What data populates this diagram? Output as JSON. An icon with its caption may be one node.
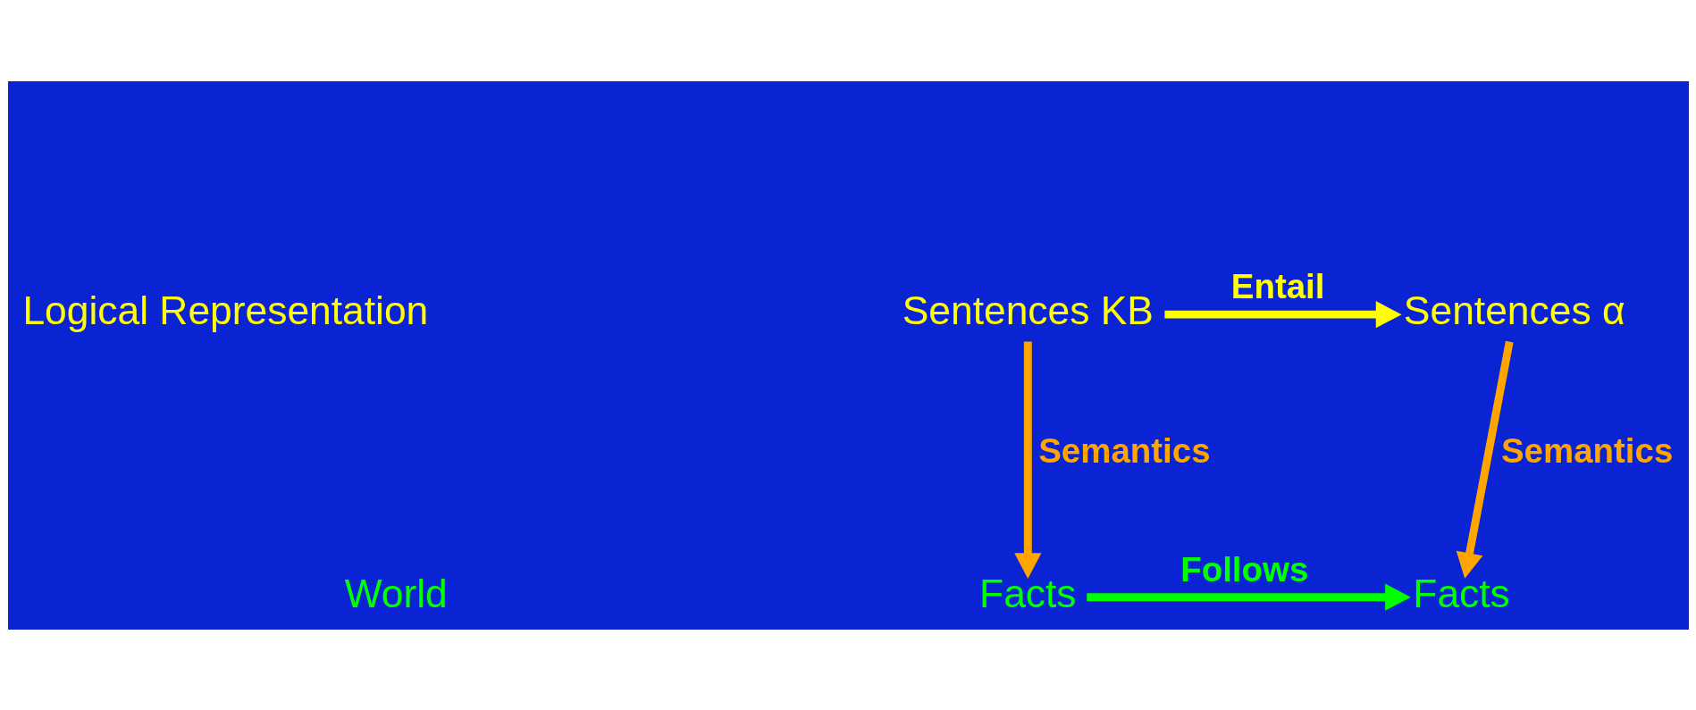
{
  "diagram": {
    "nodes": [
      {
        "text": [
          "Sentences KB"
        ]
      },
      {
        "text": [
          "Sentences α"
        ]
      },
      {
        "text": [
          "Facts"
        ]
      },
      {
        "text": [
          "Facts"
        ]
      }
    ],
    "edges": [
      {
        "from": 0,
        "to": 1,
        "arrow": "to",
        "label": "Entail",
        "color": "#ffff00"
      },
      {
        "from": 0,
        "to": 2,
        "arrow": "to",
        "label": "Semantics",
        "color": "#ffa500"
      },
      {
        "from": 1,
        "to": 3,
        "arrow": "to",
        "label": "Semantics",
        "color": "#ffa500"
      },
      {
        "from": 2,
        "to": 3,
        "arrow": "to",
        "label": "Follows",
        "color": "#00ff00"
      }
    ],
    "labels": [
      "Logical Representation",
      "World"
    ]
  }
}
